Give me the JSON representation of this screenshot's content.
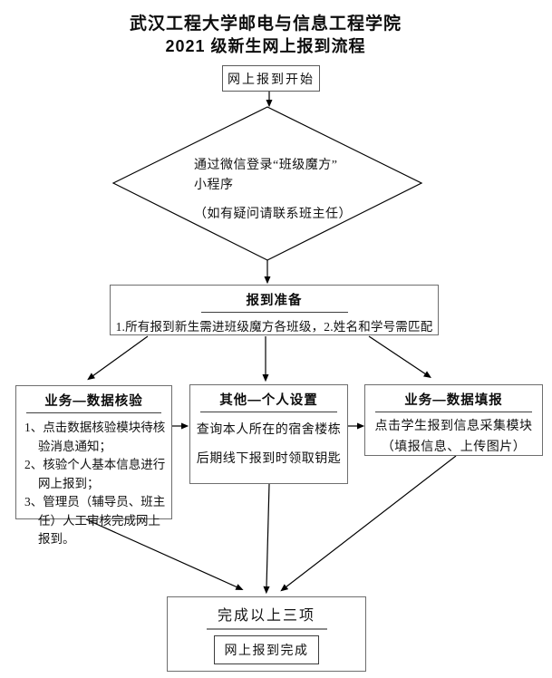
{
  "title": {
    "line1": "武汉工程大学邮电与信息工程学院",
    "line2": "2021 级新生网上报到流程"
  },
  "flow": {
    "start": {
      "label": "网上报到开始"
    },
    "decision": {
      "line1": "通过微信登录“班级魔方”",
      "line2": "小程序",
      "note": "（如有疑问请联系班主任）"
    },
    "prepare": {
      "title": "报到准备",
      "body": "1.所有报到新生需进班级魔方各班级，2.姓名和学号需匹配"
    },
    "verify": {
      "title": "业务—数据核验",
      "items": [
        "1、点击数据核验模块待核验消息通知；",
        "2、核验个人基本信息进行网上报到；",
        "3、管理员（辅导员、班主任）人工审核完成网上报到。"
      ]
    },
    "personal": {
      "title": "其他—个人设置",
      "line1": "查询本人所在的宿舍楼栋",
      "line2": "后期线下报到时领取钥匙"
    },
    "fill": {
      "title": "业务—数据填报",
      "line1": "点击学生报到信息采集模块",
      "line2": "（填报信息、上传图片）"
    },
    "finish": {
      "title": "完成以上三项",
      "inner": "网上报到完成"
    }
  },
  "colors": {
    "ink": "#111111",
    "line": "#000000",
    "box_border": "#6e6e6e",
    "rule_dark": "#3f3f3f",
    "rule_gray": "#8a8a8a",
    "background": "#ffffff"
  }
}
